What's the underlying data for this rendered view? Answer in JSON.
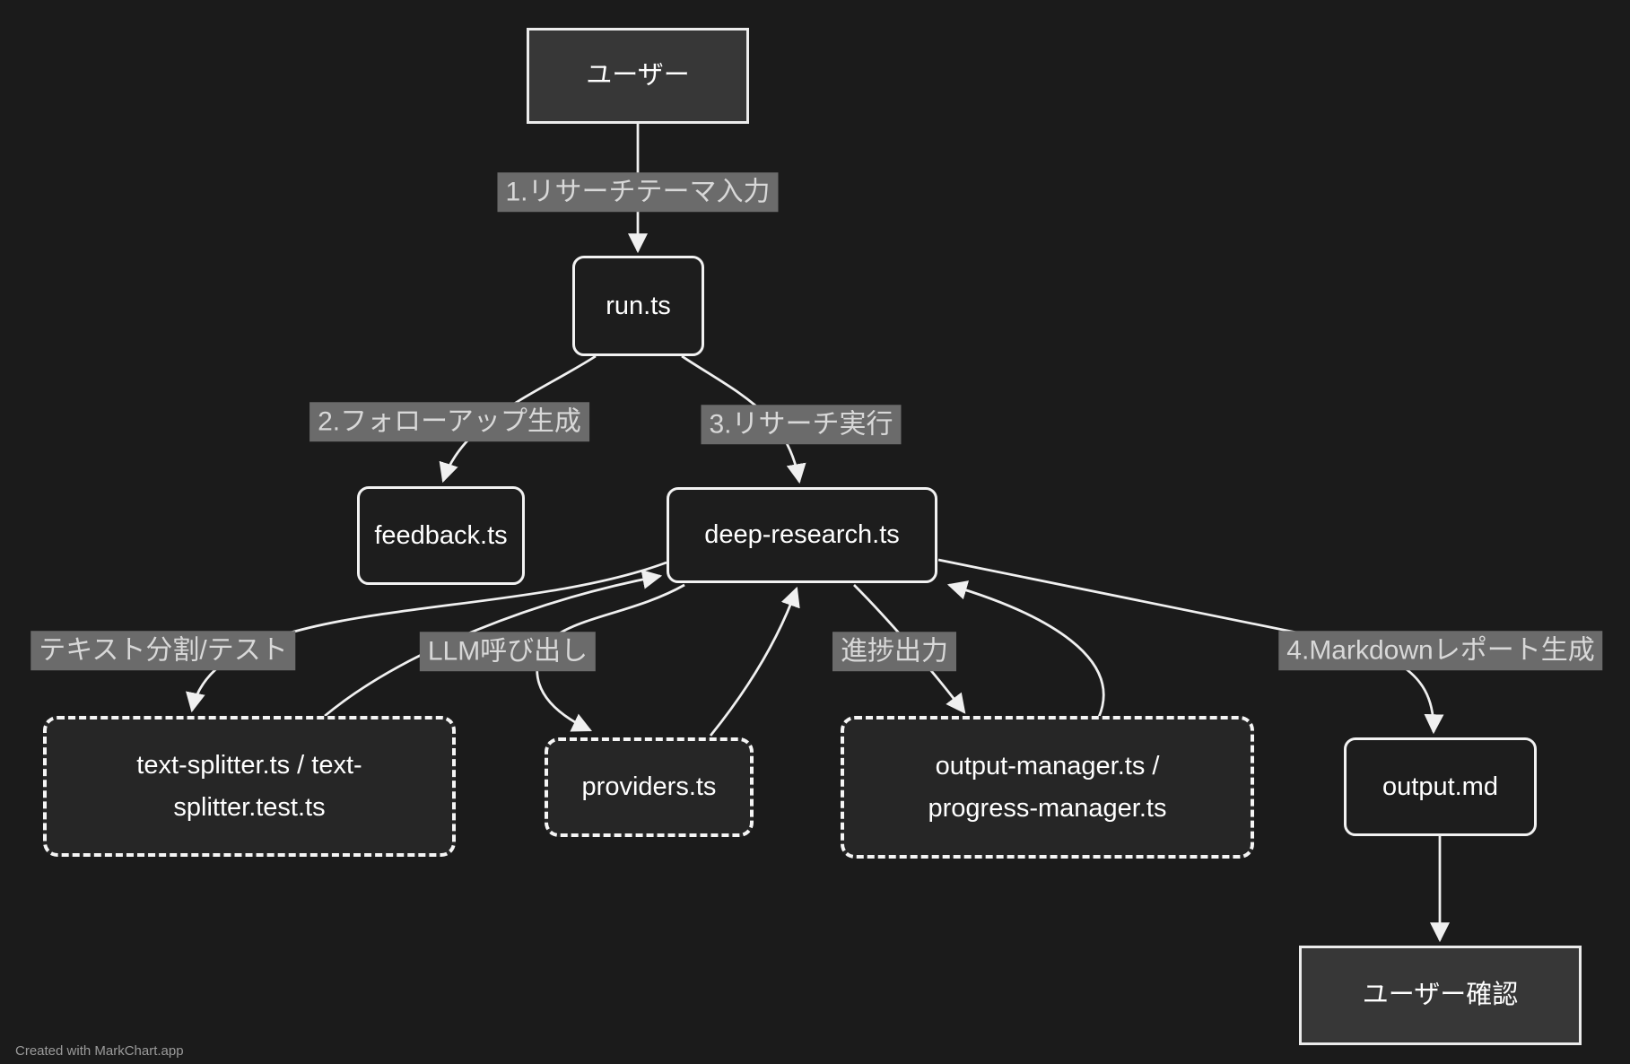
{
  "app": {
    "credit": "Created with MarkChart.app"
  },
  "diagram": {
    "type": "flowchart",
    "direction": "top-down",
    "colors": {
      "background": "#1b1b1b",
      "edge_line": "#f0f0f0",
      "edge_label_bg": "#6b6b6b",
      "edge_label_text": "#d8d8d8",
      "node_border": "#f2f2f2",
      "node_text": "#ffffff",
      "square_node_fill": "#373737",
      "rounded_node_fill": "#1d1d1d",
      "dashed_node_fill": "#262626"
    },
    "nodes": {
      "user": {
        "label": "ユーザー",
        "shape": "rectangle"
      },
      "run": {
        "label": "run.ts",
        "shape": "rounded"
      },
      "feedback": {
        "label": "feedback.ts",
        "shape": "rounded"
      },
      "deep_research": {
        "label": "deep-research.ts",
        "shape": "rounded"
      },
      "text_splitter": {
        "line1": "text-splitter.ts / text-",
        "line2": "splitter.test.ts",
        "shape": "dashed"
      },
      "providers": {
        "label": "providers.ts",
        "shape": "dashed"
      },
      "output_manager": {
        "line1": "output-manager.ts /",
        "line2": "progress-manager.ts",
        "shape": "dashed"
      },
      "output_md": {
        "label": "output.md",
        "shape": "rounded"
      },
      "user_confirm": {
        "label": "ユーザー確認",
        "shape": "rectangle"
      }
    },
    "edges": [
      {
        "from": "user",
        "to": "run",
        "label": "1.リサーチテーマ入力"
      },
      {
        "from": "run",
        "to": "feedback",
        "label": "2.フォローアップ生成"
      },
      {
        "from": "run",
        "to": "deep_research",
        "label": "3.リサーチ実行"
      },
      {
        "from": "deep_research",
        "to": "text_splitter",
        "label": "テキスト分割/テスト"
      },
      {
        "from": "text_splitter",
        "to": "deep_research",
        "label": ""
      },
      {
        "from": "deep_research",
        "to": "providers",
        "label": "LLM呼び出し"
      },
      {
        "from": "providers",
        "to": "deep_research",
        "label": ""
      },
      {
        "from": "deep_research",
        "to": "output_manager",
        "label": "進捗出力"
      },
      {
        "from": "output_manager",
        "to": "deep_research",
        "label": ""
      },
      {
        "from": "deep_research",
        "to": "output_md",
        "label": "4.Markdownレポート生成"
      },
      {
        "from": "output_md",
        "to": "user_confirm",
        "label": ""
      }
    ]
  }
}
